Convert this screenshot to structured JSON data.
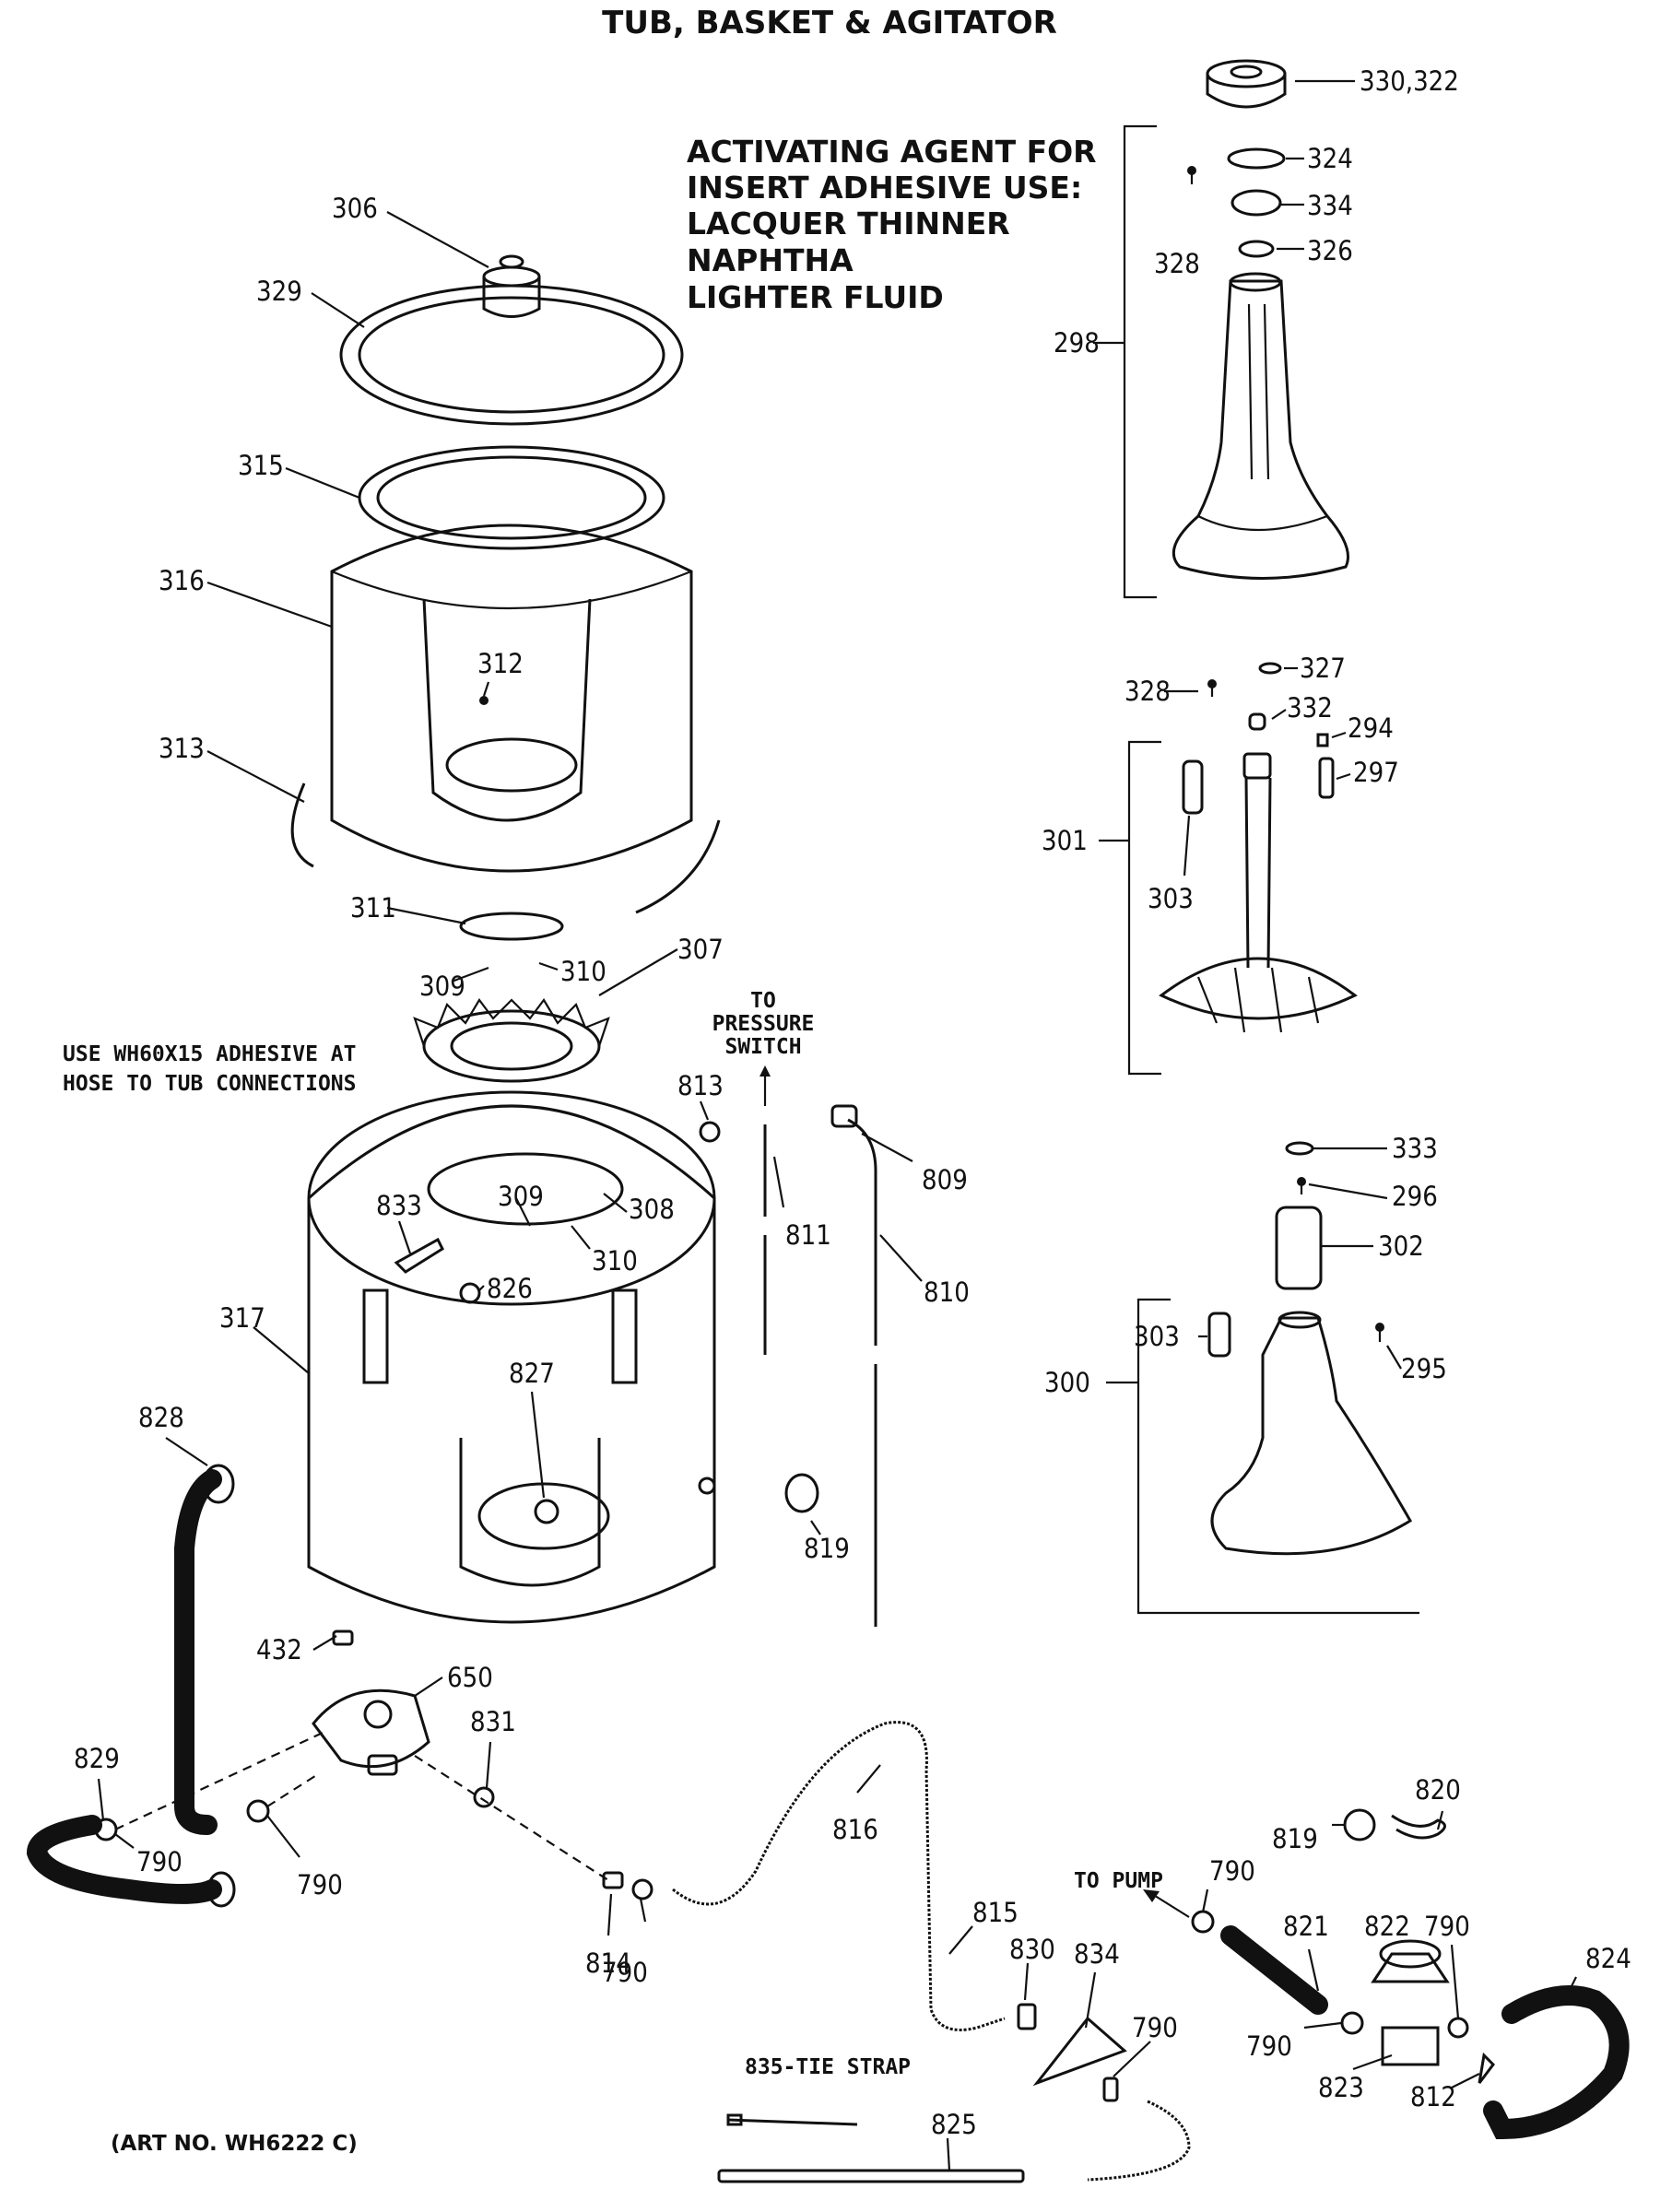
{
  "title": "TUB, BASKET & AGITATOR",
  "notes": {
    "activating_agent": [
      "ACTIVATING AGENT FOR",
      "INSERT ADHESIVE USE:",
      "LACQUER THINNER",
      "NAPHTHA",
      "LIGHTER FLUID"
    ],
    "adhesive": [
      "USE WH60X15 ADHESIVE AT",
      "HOSE TO TUB CONNECTIONS"
    ],
    "pressure_switch": [
      "TO",
      "PRESSURE",
      "SWITCH"
    ],
    "to_pump": "TO PUMP",
    "tie_strap": "835-TIE STRAP",
    "art_no": "(ART NO. WH6222 C)"
  },
  "part_labels": {
    "p330_322": "330,322",
    "p324": "324",
    "p334": "334",
    "p328a": "328",
    "p326": "326",
    "p298": "298",
    "p306": "306",
    "p329": "329",
    "p315": "315",
    "p316": "316",
    "p312": "312",
    "p313": "313",
    "p327": "327",
    "p328b": "328",
    "p332": "332",
    "p294": "294",
    "p297": "297",
    "p301": "301",
    "p303a": "303",
    "p311": "311",
    "p309a": "309",
    "p310a": "310",
    "p307": "307",
    "p813": "813",
    "p811": "811",
    "p809": "809",
    "p810": "810",
    "p833": "833",
    "p309b": "309",
    "p308": "308",
    "p310b": "310",
    "p826": "826",
    "p317": "317",
    "p827": "827",
    "p333": "333",
    "p296": "296",
    "p302": "302",
    "p303b": "303",
    "p295": "295",
    "p300": "300",
    "p828": "828",
    "p819a": "819",
    "p432": "432",
    "p650": "650",
    "p829": "829",
    "p831": "831",
    "p790a": "790",
    "p790b": "790",
    "p816": "816",
    "p814": "814",
    "p790c": "790",
    "p815": "815",
    "p820": "820",
    "p819b": "819",
    "p790d": "790",
    "p821": "821",
    "p822": "822",
    "p790e": "790",
    "p824": "824",
    "p830": "830",
    "p834": "834",
    "p790f": "790",
    "p790g": "790",
    "p823": "823",
    "p812": "812",
    "p825": "825"
  }
}
